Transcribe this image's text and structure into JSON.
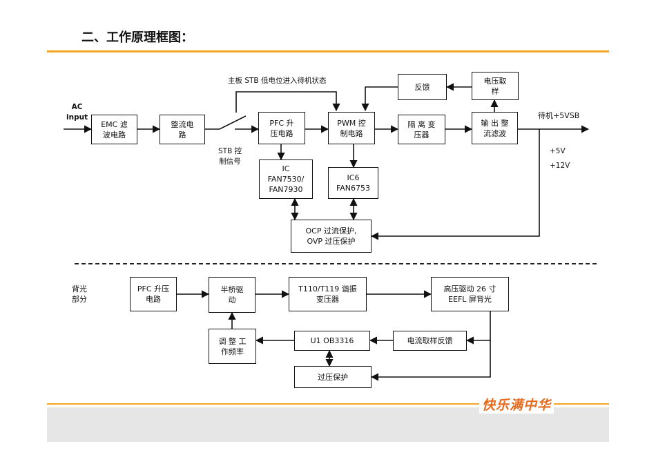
{
  "page": {
    "title": "二、工作原理框图：",
    "logo_text": "快乐满中华",
    "accent_color": "#f5a623",
    "logo_color": "#e56a1c"
  },
  "power_section": {
    "input_label": "AC\ninput",
    "stb_switch_label": "主板 STB 低电位进入待机状态",
    "stb_control_label": "STB 控\n制信号",
    "blocks": {
      "emc": "EMC 滤\n波电路",
      "rectifier": "整流电\n路",
      "pfc": "PFC  升\n压电路",
      "pwm": "PWM 控\n制电路",
      "isolation": "隔 离 变\n压器",
      "output": "输 出 整\n流滤波",
      "feedback": "反馈",
      "voltage_sample": "电压取\n样",
      "ic_pfc": "IC\nFAN7530/\nFAN7930",
      "ic_pwm": "IC6\nFAN6753",
      "protection": "OCP 过流保护,\nOVP 过压保护"
    },
    "outputs": {
      "standby": "待机+5VSB",
      "v5": "+5V",
      "v12": "+12V"
    }
  },
  "backlight_section": {
    "section_label": "背光\n部分",
    "blocks": {
      "pfc_boost": "PFC 升压\n电路",
      "half_bridge": "半桥驱\n动",
      "transformer": "T110/T119 谐振\n变压器",
      "hv_drive": "高压驱动 26 寸\nEEFL 屏背光",
      "current_feedback": "电流取样反馈",
      "controller": "U1 OB3316",
      "adjust_freq": "调 整 工\n作频率",
      "ovp": "过压保护"
    }
  }
}
